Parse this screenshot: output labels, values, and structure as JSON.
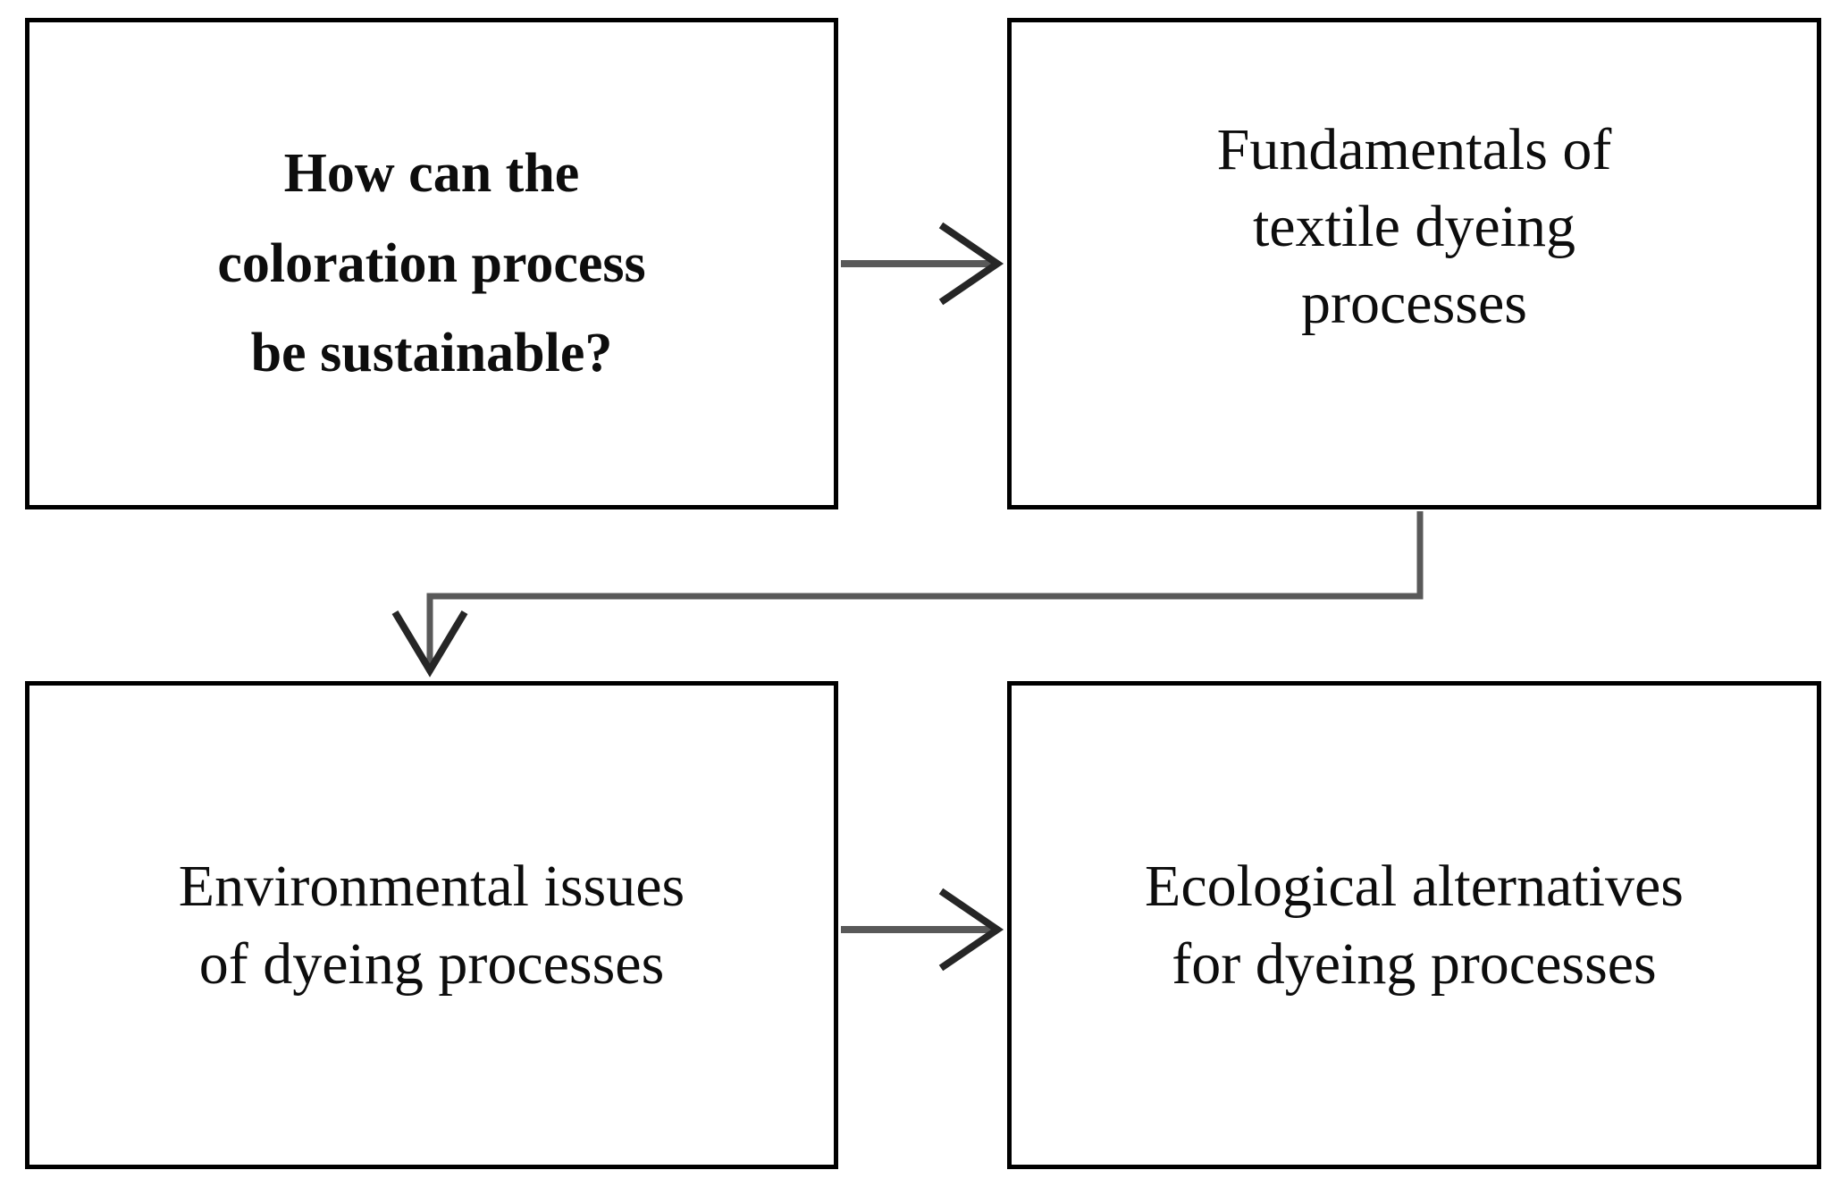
{
  "diagram": {
    "title": "Review structure flowchart on sustainable textile coloration",
    "type": "flowchart",
    "orientation": "z-shaped-two-by-two",
    "background_color": "#ffffff",
    "node_border_color": "#000000",
    "node_fill_color": "#ffffff",
    "text_color": "#0d0d0d",
    "connector_color": "#595959"
  },
  "nodes": [
    {
      "id": "question",
      "text": "How can the coloration process be sustainable?",
      "lines": [
        "How can the",
        "coloration process",
        "be sustainable?"
      ],
      "emphasis": "bold",
      "position": "top-left"
    },
    {
      "id": "fundamentals",
      "text": "Fundamentals of textile dyeing processes",
      "lines": [
        "Fundamentals of",
        "textile dyeing",
        "processes"
      ],
      "emphasis": "regular",
      "position": "top-right"
    },
    {
      "id": "environmental",
      "text": "Environmental issues of dyeing processes",
      "lines": [
        "Environmental issues",
        "of dyeing processes"
      ],
      "emphasis": "regular",
      "position": "bottom-left"
    },
    {
      "id": "ecological",
      "text": "Ecological alternatives for dyeing processes",
      "lines": [
        "Ecological alternatives",
        "for dyeing processes"
      ],
      "emphasis": "regular",
      "position": "bottom-right"
    }
  ],
  "connectors": [
    {
      "id": "arrow-question-to-fundamentals",
      "from": "question",
      "to": "fundamentals",
      "style": "straight-horizontal",
      "direction": "right",
      "arrowhead": "open-v",
      "label": ""
    },
    {
      "id": "arrow-fundamentals-to-environmental",
      "from": "fundamentals",
      "to": "environmental",
      "style": "elbow-down-left-down",
      "direction": "down",
      "arrowhead": "open-v",
      "label": ""
    },
    {
      "id": "arrow-environmental-to-ecological",
      "from": "environmental",
      "to": "ecological",
      "style": "straight-horizontal",
      "direction": "right",
      "arrowhead": "open-v",
      "label": ""
    }
  ]
}
